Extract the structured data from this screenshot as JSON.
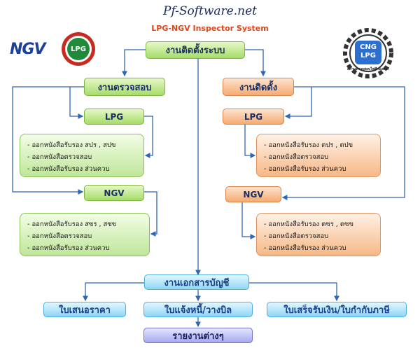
{
  "header": {
    "site_title": "Pf-Software.net",
    "subtitle": "LPG-NGV Inspector System"
  },
  "logos": {
    "ngv_logo_text": "NGV",
    "lpg_logo_text": "LPG",
    "seal_top": "CNG",
    "seal_bottom": "LPG",
    "seal_caption": "สถานตรวจสอบไฟฟ้าและแก๊ส"
  },
  "diagram": {
    "root": "งานติดตั้งระบบ",
    "left": {
      "title": "งานตรวจสอบ",
      "lpg_label": "LPG",
      "lpg_items": [
        "- ออกหนังสือรับรอง สปร , สปข",
        "- ออกหนังสือตรวจสอบ",
        "- ออกหนังสือรับรอง ส่วนควบ"
      ],
      "ngv_label": "NGV",
      "ngv_items": [
        "- ออกหนังสือรับรอง สซร , สซข",
        "- ออกหนังสือตรวจสอบ",
        "- ออกหนังสือรับรอง ส่วนควบ"
      ]
    },
    "right": {
      "title": "งานติดตั้ง",
      "lpg_label": "LPG",
      "lpg_items": [
        "- ออกหนังสือรับรอง ตปร , ตปข",
        "- ออกหนังสือตรวจสอบ",
        "- ออกหนังสือรับรอง ส่วนควบ"
      ],
      "ngv_label": "NGV",
      "ngv_items": [
        "- ออกหนังสือรับรอง ตซร , ตซข",
        "- ออกหนังสือตรวจสอบ",
        "- ออกหนังสือรับรอง ส่วนควบ"
      ]
    },
    "accounting": "งานเอกสารบัญชี",
    "docs": [
      "ใบเสนอราคา",
      "ใบแจ้งหนี้/วางบิล",
      "ใบเสร็จรับเงิน/ใบกำกับภาษี"
    ],
    "reports": "รายงานต่างๆ"
  },
  "colors": {
    "line": "#2f66b3",
    "green": "#a6dc69",
    "orange": "#f5ab72",
    "cyan": "#8fd6f4",
    "purple": "#a5a9f0"
  }
}
